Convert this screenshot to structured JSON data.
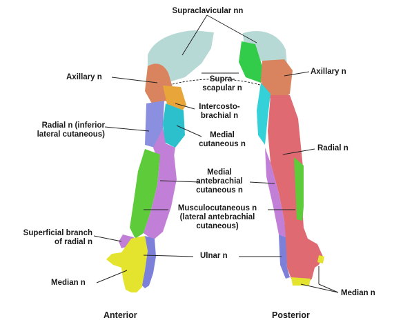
{
  "labels": {
    "supraclavicular": "Supraclavicular nn",
    "axillary_left": "Axillary n",
    "axillary_right": "Axillary n",
    "suprascapular_1": "Supra-",
    "suprascapular_2": "scapular n",
    "intercostobrachial_1": "Intercosto-",
    "intercostobrachial_2": "brachial n",
    "radial_inferior_1": "Radial n (inferior",
    "radial_inferior_2": "lateral cutaneous)",
    "medial_cutaneous_1": "Medial",
    "medial_cutaneous_2": "cutaneous n",
    "radial_right": "Radial n",
    "medial_antebrachial_1": "Medial",
    "medial_antebrachial_2": "antebrachial",
    "medial_antebrachial_3": "cutaneous n",
    "musculocutaneous_1": "Musculocutaneous n",
    "musculocutaneous_2": "(lateral antebrachial",
    "musculocutaneous_3": "cutaneous)",
    "superficial_radial_1": "Superficial branch",
    "superficial_radial_2": "of radial n",
    "ulnar": "Ulnar n",
    "median_left": "Median n",
    "median_right": "Median n",
    "anterior": "Anterior",
    "posterior": "Posterior"
  },
  "colors": {
    "supraclavicular": "#b7d9d5",
    "axillary": "#d9845e",
    "suprascapular": "#33cc4a",
    "intercostobrachial": "#e8a63a",
    "radial_inferior_lateral": "#8b8fe0",
    "medial_cutaneous": "#35d1d9",
    "medial_antebrachial": "#c27fd8",
    "musculocutaneous": "#5ecb3a",
    "radial": "#e06a72",
    "ulnar": "#8b8fe0",
    "median": "#e4e42e",
    "superficial_radial": "#c27fd8"
  }
}
